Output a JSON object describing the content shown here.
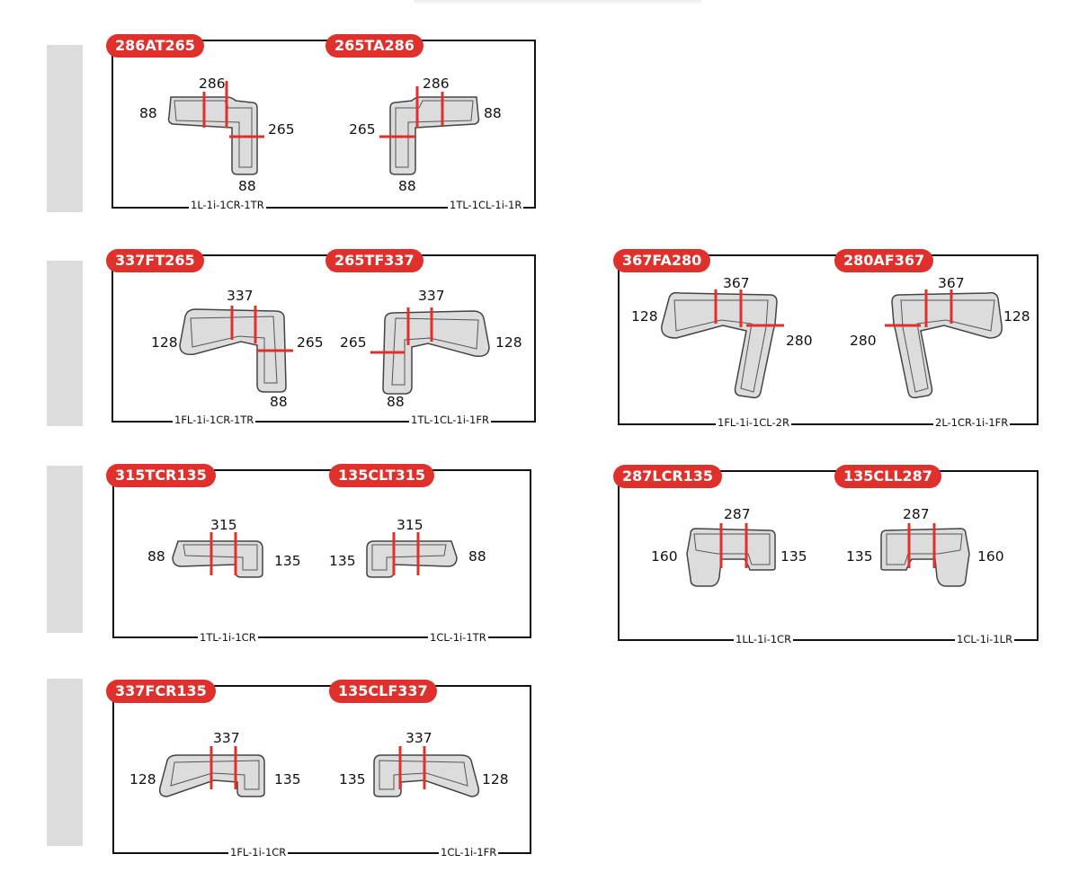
{
  "colors": {
    "badge": "#e0302c",
    "sofa_fill": "#dcdcdc",
    "sofa_stroke": "#444444",
    "cut_line": "#e0302c",
    "side_bar": "#dcdcdc"
  },
  "group_at": {
    "badge_left": "286AT265",
    "badge_right": "265TA286",
    "code_left": "1L-1i-1CR-1TR",
    "code_right": "1TL-1CL-1i-1R",
    "left": {
      "top": "286",
      "side": "88",
      "arm": "265",
      "bottom": "88"
    },
    "right": {
      "top": "286",
      "side": "88",
      "arm": "265",
      "bottom": "88"
    }
  },
  "group_ft": {
    "badge_left": "337FT265",
    "badge_right": "265TF337",
    "code_left": "1FL-1i-1CR-1TR",
    "code_right": "1TL-1CL-1i-1FR",
    "left": {
      "top": "337",
      "side": "128",
      "arm": "265",
      "bottom": "88"
    },
    "right": {
      "top": "337",
      "side": "128",
      "arm": "265",
      "bottom": "88"
    }
  },
  "group_fa": {
    "badge_left": "367FA280",
    "badge_right": "280AF367",
    "code_left": "1FL-1i-1CL-2R",
    "code_right": "2L-1CR-1i-1FR",
    "left": {
      "top": "367",
      "side": "128",
      "arm": "280"
    },
    "right": {
      "top": "367",
      "side": "128",
      "arm": "280"
    }
  },
  "group_tcr": {
    "badge_left": "315TCR135",
    "badge_right": "135CLT315",
    "code_left": "1TL-1i-1CR",
    "code_right": "1CL-1i-1TR",
    "left": {
      "top": "315",
      "side_a": "88",
      "side_b": "135"
    },
    "right": {
      "top": "315",
      "side_a": "135",
      "side_b": "88"
    }
  },
  "group_lcr": {
    "badge_left": "287LCR135",
    "badge_right": "135CLL287",
    "code_left": "1LL-1i-1CR",
    "code_right": "1CL-1i-1LR",
    "left": {
      "top": "287",
      "side_a": "160",
      "side_b": "135"
    },
    "right": {
      "top": "287",
      "side_a": "135",
      "side_b": "160"
    }
  },
  "group_fcr": {
    "badge_left": "337FCR135",
    "badge_right": "135CLF337",
    "code_left": "1FL-1i-1CR",
    "code_right": "1CL-1i-1FR",
    "left": {
      "top": "337",
      "side_a": "128",
      "side_b": "135"
    },
    "right": {
      "top": "337",
      "side_a": "135",
      "side_b": "128"
    }
  }
}
